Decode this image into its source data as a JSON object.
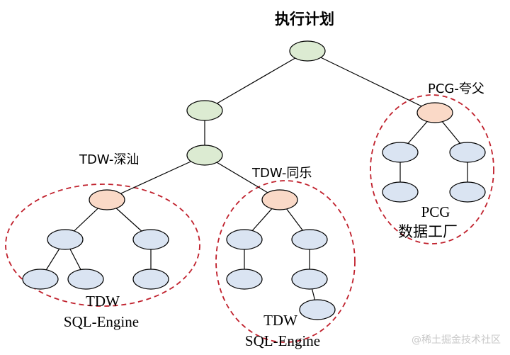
{
  "title": "执行计划",
  "colors": {
    "green": "#dcebd2",
    "orange": "#fad9c7",
    "blue": "#dae4f2",
    "edge": "#000000",
    "dashed": "#c0202c"
  },
  "labels": {
    "pcg_kuafu": "PCG-夸父",
    "tdw_shenshan": "TDW-深汕",
    "tdw_tongle": "TDW-同乐",
    "pcg_factory_line1": "PCG",
    "pcg_factory_line2": "数据工厂",
    "tdw_sql_left_line1": "TDW",
    "tdw_sql_left_line2": "SQL-Engine",
    "tdw_sql_mid_line1": "TDW",
    "tdw_sql_mid_line2": "SQL-Engine"
  },
  "watermark": "@稀土掘金技术社区"
}
